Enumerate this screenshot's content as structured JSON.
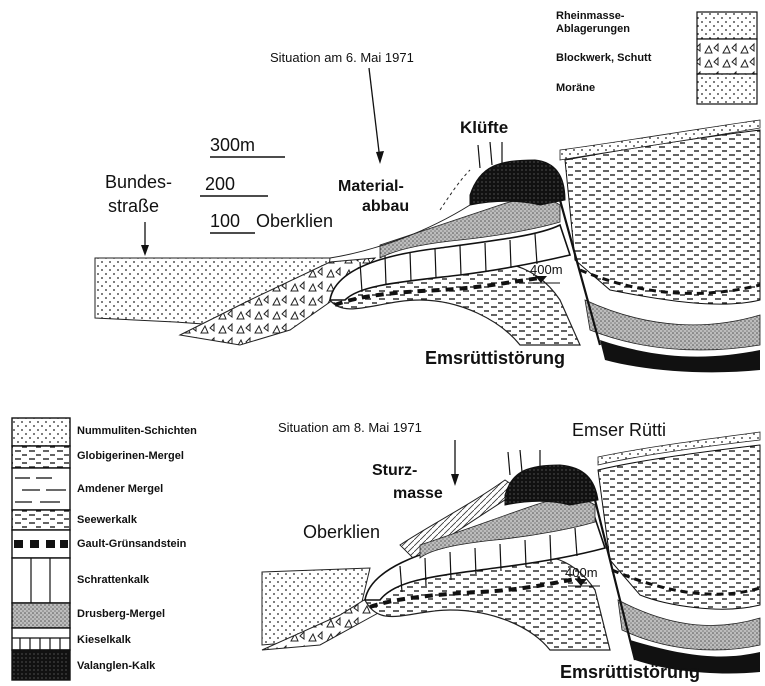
{
  "top": {
    "situation": "Situation am 6. Mai 1971",
    "kluefte": "Klüfte",
    "material": "Material-",
    "abbau": "abbau",
    "bundes": "Bundes-",
    "strasse": "straße",
    "scale_300": "300m",
    "scale_200": "200",
    "scale_100": "100",
    "oberklien": "Oberklien",
    "elev_400": "400m",
    "fault": "Emsrüttistörung"
  },
  "legend_top": {
    "items": [
      {
        "label": "Rheinmasse-\nAblagerungen"
      },
      {
        "label": "Blockwerk, Schutt"
      },
      {
        "label": "Moräne"
      }
    ]
  },
  "bottom": {
    "situation": "Situation am 8. Mai 1971",
    "sturz": "Sturz-",
    "masse": "masse",
    "emser": "Emser Rütti",
    "oberklien": "Oberklien",
    "elev_400": "400m",
    "fault": "Emsrüttistörung"
  },
  "legend_left": {
    "items": [
      {
        "label": "Nummuliten-Schichten"
      },
      {
        "label": "Globigerinen-Mergel"
      },
      {
        "label": "Amdener Mergel"
      },
      {
        "label": "Seewerkalk"
      },
      {
        "label": "Gault-Grünsandstein"
      },
      {
        "label": "Schrattenkalk"
      },
      {
        "label": "Drusberg-Mergel"
      },
      {
        "label": "Kieselkalk"
      },
      {
        "label": "Valanglen-Kalk"
      }
    ]
  }
}
